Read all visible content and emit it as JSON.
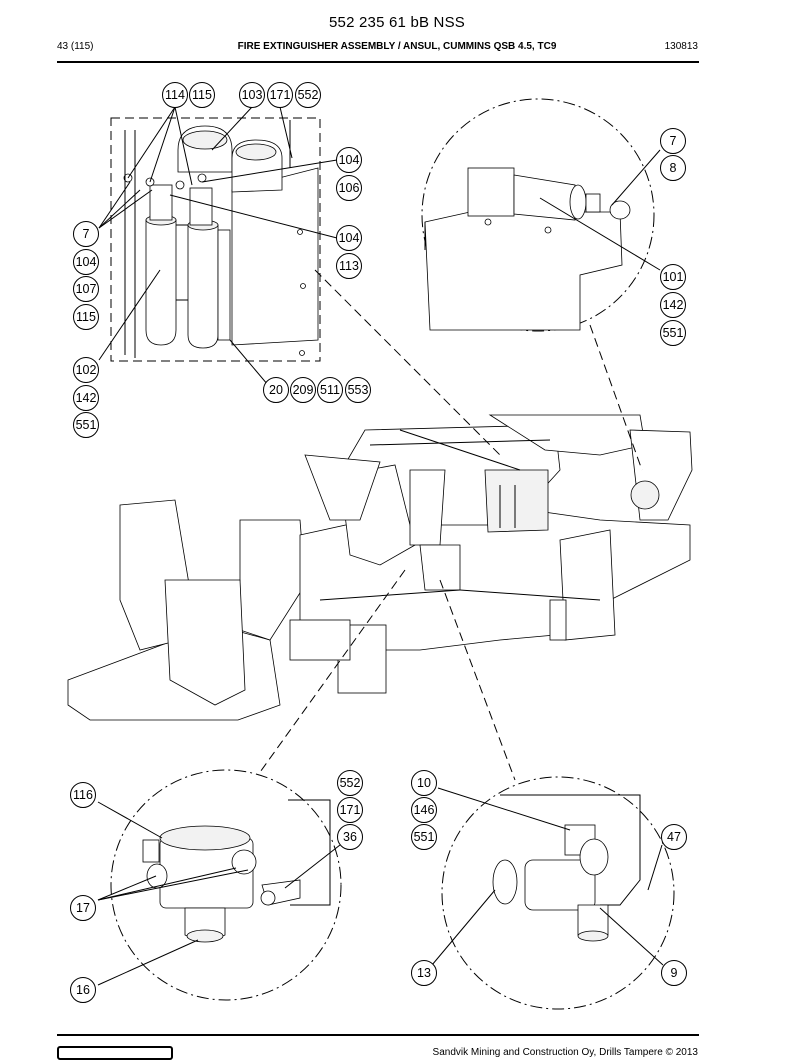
{
  "header": {
    "doc_number": "552 235 61 bB NSS",
    "page": "43 (115)",
    "title": "FIRE EXTINGUISHER ASSEMBLY / ANSUL, CUMMINS QSB 4.5, TC9",
    "code": "130813"
  },
  "footer": {
    "copyright": "Sandvik Mining and Construction Oy, Drills Tampere © 2013"
  },
  "callouts": {
    "top_left": [
      "114",
      "115",
      "103",
      "171",
      "552",
      "104",
      "106",
      "7",
      "104",
      "104",
      "113",
      "107",
      "115",
      "102",
      "142",
      "551",
      "20",
      "209",
      "511",
      "553"
    ],
    "top_right": [
      "7",
      "8",
      "101",
      "142",
      "551"
    ],
    "bottom_left": [
      "116",
      "552",
      "171",
      "36",
      "17",
      "16"
    ],
    "bottom_right": [
      "10",
      "146",
      "551",
      "47",
      "13",
      "9"
    ]
  }
}
